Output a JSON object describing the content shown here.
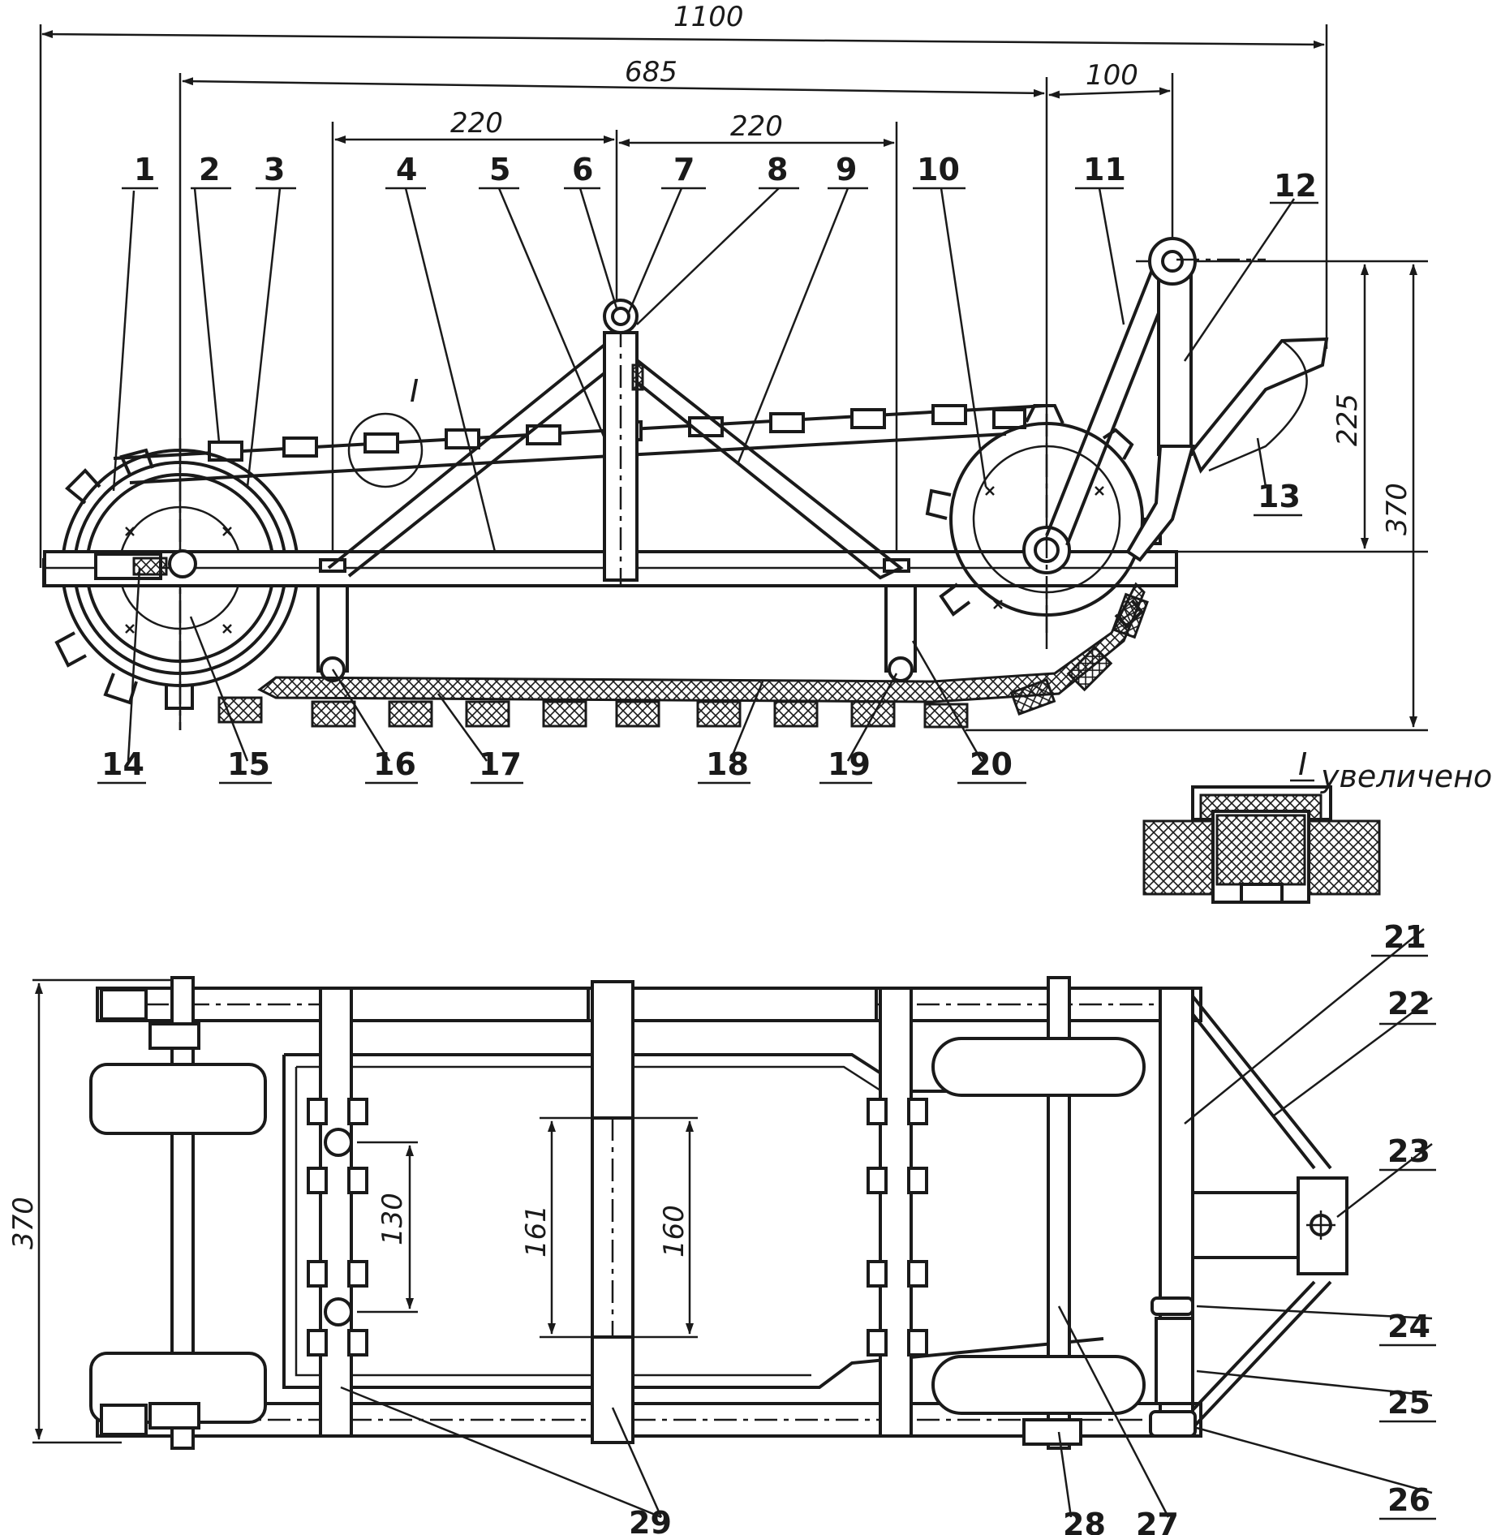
{
  "dimensions": {
    "overall_length": "1100",
    "axle_span": "685",
    "rear_offset": "100",
    "left_bay": "220",
    "right_bay": "220",
    "upper_height": "225",
    "total_height": "370",
    "plan_width": "370",
    "bracket_spacing": "130",
    "inner_gap_a": "161",
    "inner_gap_b": "160"
  },
  "detail": {
    "marker": "I",
    "enlarged_note": "увеличено"
  },
  "part_numbers": [
    "1",
    "2",
    "3",
    "4",
    "5",
    "6",
    "7",
    "8",
    "9",
    "10",
    "11",
    "12",
    "13",
    "14",
    "15",
    "16",
    "17",
    "18",
    "19",
    "20",
    "21",
    "22",
    "23",
    "24",
    "25",
    "26",
    "27",
    "28",
    "29"
  ]
}
